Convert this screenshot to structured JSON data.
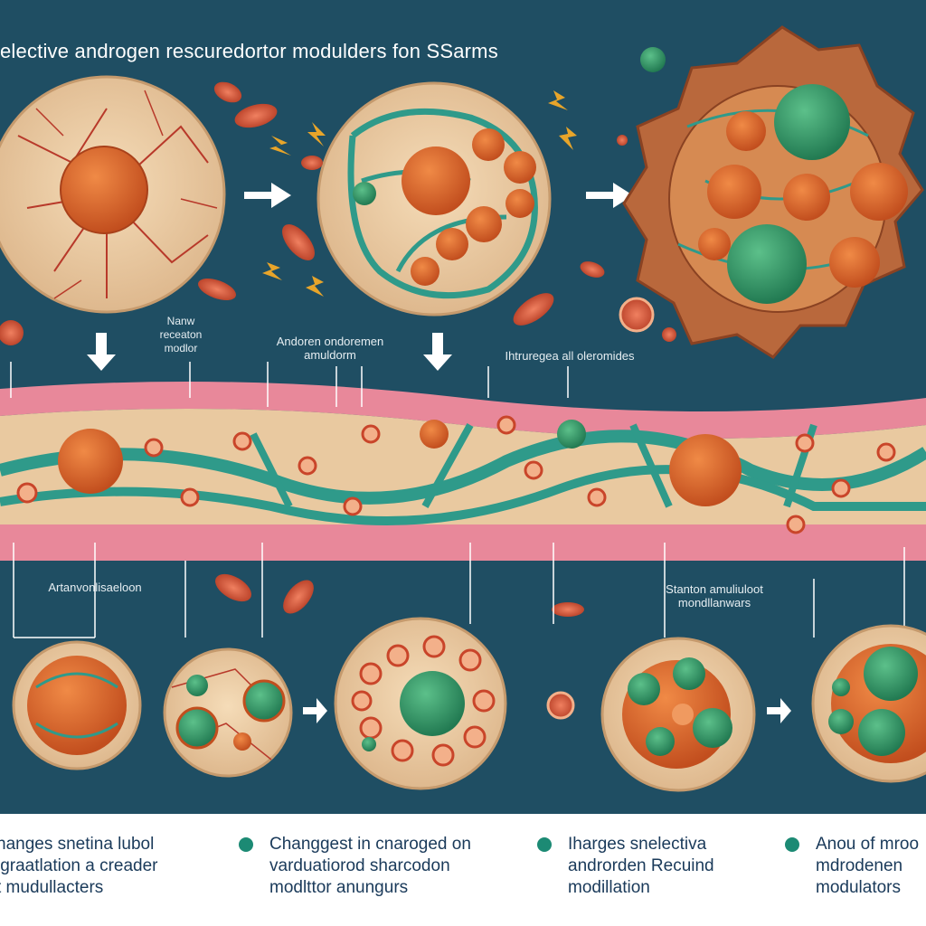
{
  "title": "elective androgen rescuredortor modulders fon SSarms",
  "labels": {
    "left_mid": [
      "Nanw",
      "receaton",
      "modlor"
    ],
    "center_mid": [
      "Andoren ondoremen",
      "amuldorm"
    ],
    "right_mid": "Ihtruregea all oleromides",
    "lower_left": "Artanvonlisaeloon",
    "lower_right": [
      "Stanton amuliuloot",
      "mondllanwars"
    ]
  },
  "captions": [
    {
      "lines": [
        "nanges snetina lubol",
        "igraatlation a creader",
        "t mudullacters"
      ]
    },
    {
      "lines": [
        "Changgest in cnaroged on",
        "varduatiorod sharcodon",
        "modlttor anungurs"
      ]
    },
    {
      "lines": [
        "Iharges snelectiva",
        "androrden Recuind",
        "modillation"
      ]
    },
    {
      "lines": [
        "Anou of mroo",
        "mdrodenen",
        "modulators"
      ]
    }
  ],
  "colors": {
    "background": "#1f4e63",
    "tissue": "#e9c9a0",
    "vessel": "#2f9a8a",
    "tumor": "#d9662e",
    "green_cell": "#2f9a6a",
    "caption_text": "#1a3a5a",
    "caption_dot": "#1c8a74"
  }
}
